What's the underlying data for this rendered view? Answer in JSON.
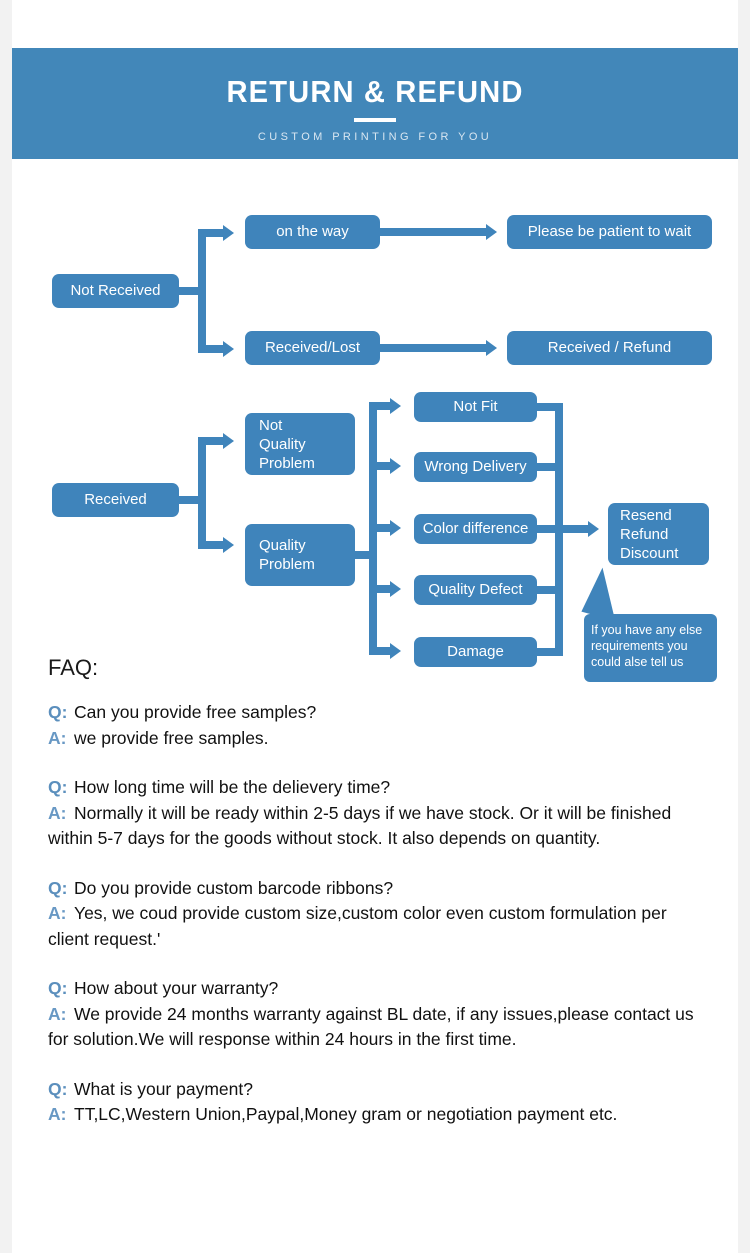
{
  "header": {
    "title": "RETURN & REFUND",
    "subtitle": "CUSTOM PRINTING FOR YOU",
    "bg_color": "#4287b9"
  },
  "theme": {
    "node_color": "#3f84bb",
    "page_bg": "#f2f2f2",
    "content_bg": "#ffffff",
    "qa_tag_color": "#5b8fbd"
  },
  "flowchart": {
    "not_received": {
      "root": "Not Received",
      "branches": [
        {
          "condition": "on the way",
          "outcome": "Please be patient to wait"
        },
        {
          "condition": "Received/Lost",
          "outcome": "Received / Refund"
        }
      ]
    },
    "received": {
      "root": "Received",
      "categories": [
        {
          "label": "Not\nQuality\nProblem",
          "label_line1": "Not",
          "label_line2": "Quality",
          "label_line3": "Problem"
        },
        {
          "label": "Quality\nProblem",
          "label_line1": "Quality",
          "label_line2": "Problem"
        }
      ],
      "reasons": [
        "Not Fit",
        "Wrong Delivery",
        "Color difference",
        "Quality Defect",
        "Damage"
      ],
      "resolution": {
        "line1": "Resend",
        "line2": "Refund",
        "line3": "Discount"
      },
      "note": {
        "line1": "If you have any else",
        "line2": "requirements you",
        "line3": "could alse tell us"
      }
    }
  },
  "faq": {
    "label": "FAQ:",
    "q_tag": "Q:",
    "a_tag": "A:",
    "items": [
      {
        "question": "Can you provide free samples?",
        "answer": "we provide free samples."
      },
      {
        "question": "How long time will be the delievery time?",
        "answer": "Normally it will be ready within 2-5 days if we have stock. Or it will  be finished within 5-7 days for the goods without stock. It also depends on quantity."
      },
      {
        "question": "Do you provide custom barcode ribbons?",
        "answer": "Yes, we coud provide custom size,custom color even custom formulation per client request.'"
      },
      {
        "question": "How about your warranty?",
        "answer": "We provide 24 months warranty against BL  date, if any issues,please contact us for solution.We will response within 24 hours in the first time."
      },
      {
        "question": "What is your payment?",
        "answer": "TT,LC,Western Union,Paypal,Money gram or negotiation payment etc."
      }
    ]
  }
}
